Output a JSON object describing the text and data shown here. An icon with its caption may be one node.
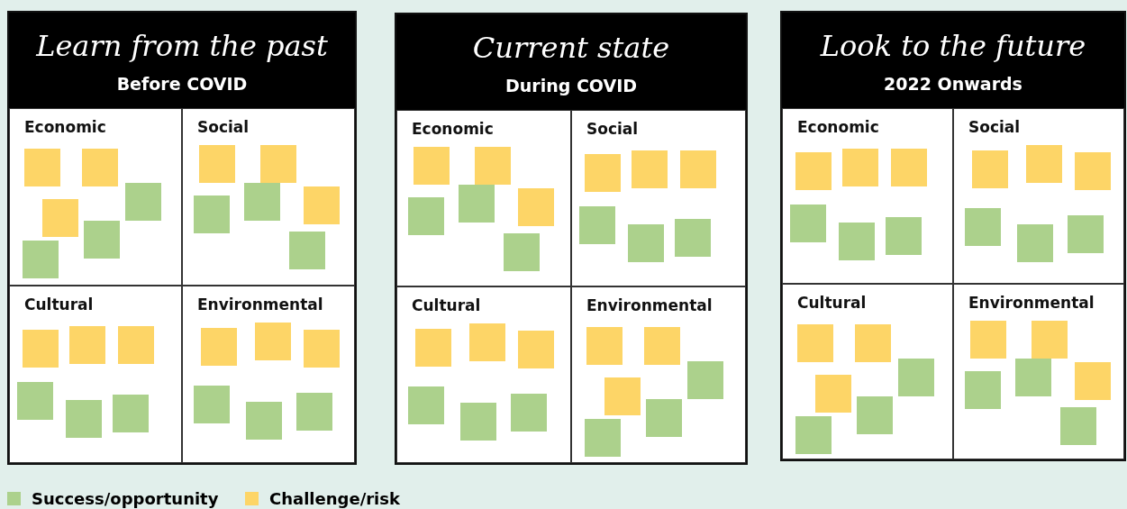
{
  "diagram": {
    "nodes": [
      {
        "text": [
          "Learn from the past",
          "Before COVID"
        ]
      },
      {
        "text": [
          "Economic"
        ],
        "in": 0
      },
      {
        "text": [
          "Social"
        ],
        "in": 0
      },
      {
        "text": [
          "Cultural"
        ],
        "in": 0
      },
      {
        "text": [
          "Environmental"
        ],
        "in": 0
      },
      {
        "text": [
          "Current state",
          "During COVID"
        ]
      },
      {
        "text": [
          "Economic"
        ],
        "in": 5
      },
      {
        "text": [
          "Social"
        ],
        "in": 5
      },
      {
        "text": [
          "Cultural"
        ],
        "in": 5
      },
      {
        "text": [
          "Environmental"
        ],
        "in": 5
      },
      {
        "text": [
          "Look to the future",
          "2022 Onwards"
        ]
      },
      {
        "text": [
          "Economic"
        ],
        "in": 10
      },
      {
        "text": [
          "Social"
        ],
        "in": 10
      },
      {
        "text": [
          "Cultural"
        ],
        "in": 10
      },
      {
        "text": [
          "Environmental"
        ],
        "in": 10
      }
    ],
    "edges": [],
    "legend": [
      {
        "text": "Success/opportunity",
        "color": "#acd18c"
      },
      {
        "text": "Challenge/risk",
        "color": "#fdd567"
      }
    ]
  }
}
